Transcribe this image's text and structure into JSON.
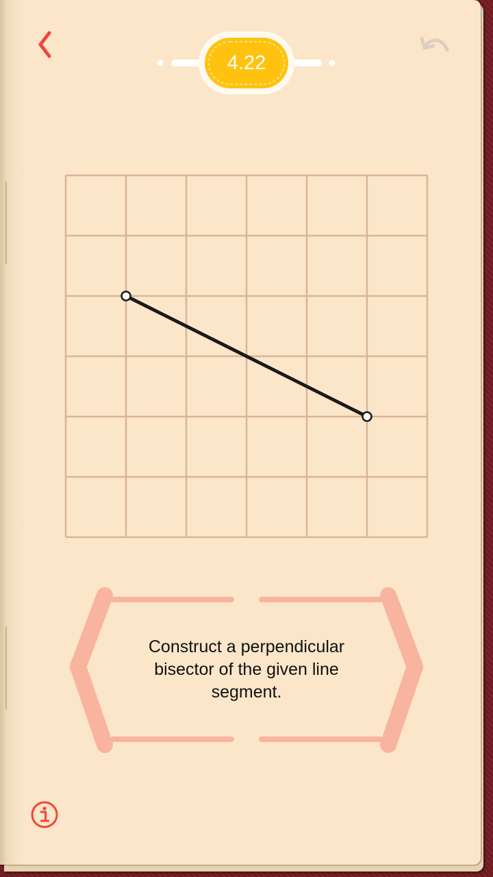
{
  "level": {
    "number": "4.22"
  },
  "instruction": {
    "text": "Construct a perpendicular bisector of the given line segment."
  },
  "grid": {
    "cols": 6,
    "rows": 6
  },
  "segment": {
    "start": [
      1,
      2
    ],
    "end": [
      5,
      4
    ]
  },
  "colors": {
    "accent": "#f0453a",
    "grid_line": "#dbb496",
    "segment": "#1a1a1a",
    "badge": "#ffc20e",
    "badge_outer": "#fffaf0",
    "frame": "#f8b49e",
    "undo": "#dccfbd",
    "page": "#fbe6c9"
  },
  "icons": {
    "back": "chevron-left-icon",
    "undo": "undo-icon",
    "info": "info-icon"
  }
}
